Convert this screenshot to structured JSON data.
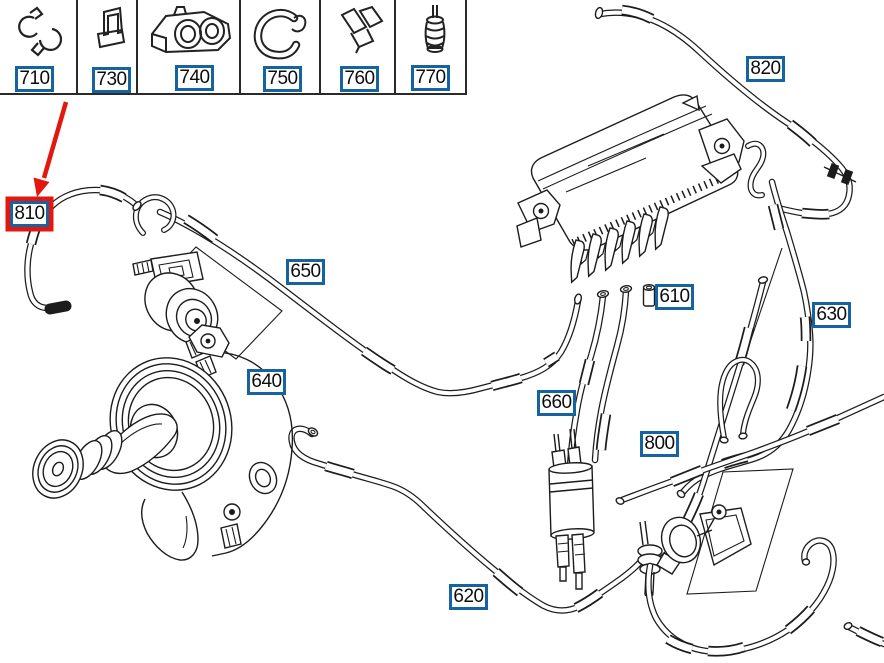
{
  "parts_table": {
    "items": [
      {
        "id": "710",
        "icon": "hose-clamp-pair-icon"
      },
      {
        "id": "730",
        "icon": "bracket-clip-icon"
      },
      {
        "id": "740",
        "icon": "line-holder-block-icon"
      },
      {
        "id": "750",
        "icon": "c-clip-icon"
      },
      {
        "id": "760",
        "icon": "retaining-clip-icon"
      },
      {
        "id": "770",
        "icon": "grommet-valve-icon"
      }
    ]
  },
  "callouts": [
    {
      "id": "820"
    },
    {
      "id": "810",
      "highlighted": true
    },
    {
      "id": "650"
    },
    {
      "id": "610"
    },
    {
      "id": "630"
    },
    {
      "id": "640"
    },
    {
      "id": "660"
    },
    {
      "id": "800"
    },
    {
      "id": "620"
    }
  ],
  "annotation": {
    "arrow_points_to": "810"
  },
  "colors": {
    "callout_border": "#15639f",
    "highlight_red": "#e3170f",
    "line_art": "#1c1c1c",
    "background": "#ffffff"
  }
}
